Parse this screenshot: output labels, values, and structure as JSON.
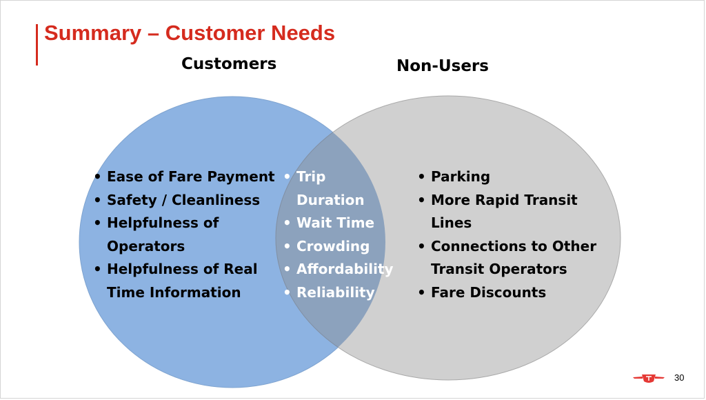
{
  "title": "Summary – Customer Needs",
  "headers": {
    "left": "Customers",
    "right": "Non-Users"
  },
  "left_items": [
    "Ease of Fare Payment",
    "Safety / Cleanliness",
    "Helpfulness of Operators",
    "Helpfulness of Real Time Information"
  ],
  "middle_items": [
    "Trip Duration",
    "Wait Time",
    "Crowding",
    "Affordability",
    "Reliability"
  ],
  "right_items": [
    "Parking",
    "More Rapid Transit Lines",
    "Connections to Other Transit Operators",
    "Fare Discounts"
  ],
  "page_number": "30",
  "colors": {
    "accent": "#d52b1e",
    "left_circle": "#8db3e2",
    "right_circle": "#d0d0d0",
    "overlap": "#8ca2bd"
  }
}
